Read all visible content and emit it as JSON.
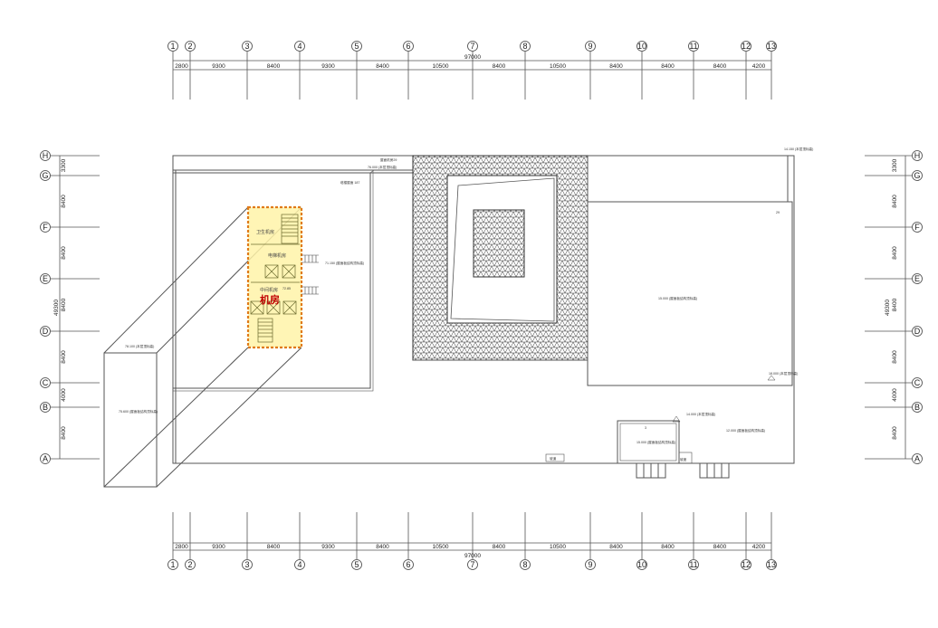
{
  "columns": [
    {
      "label": "1"
    },
    {
      "label": "2"
    },
    {
      "label": "3"
    },
    {
      "label": "4"
    },
    {
      "label": "5"
    },
    {
      "label": "6"
    },
    {
      "label": "7"
    },
    {
      "label": "8"
    },
    {
      "label": "9"
    },
    {
      "label": "10"
    },
    {
      "label": "11"
    },
    {
      "label": "12"
    },
    {
      "label": "13"
    }
  ],
  "column_spacings": [
    "2800",
    "9300",
    "8400",
    "9300",
    "8400",
    "10500",
    "8400",
    "10500",
    "8400",
    "8400",
    "8400",
    "4200"
  ],
  "column_total": "97000",
  "rows": [
    {
      "label": "H"
    },
    {
      "label": "G"
    },
    {
      "label": "F"
    },
    {
      "label": "E"
    },
    {
      "label": "D"
    },
    {
      "label": "C"
    },
    {
      "label": "B"
    },
    {
      "label": "A"
    }
  ],
  "row_spacings": [
    "3300",
    "8400",
    "8400",
    "8400",
    "8400",
    "4000",
    "8400"
  ],
  "row_total": "49300",
  "highlight": {
    "label": "机房",
    "label_color": "#c00000",
    "fill_color": "#fff3a8",
    "border_color": "#e07b1a",
    "rooms": [
      "卫生机房",
      "电梯机房",
      "中间机房"
    ]
  },
  "annotations": {
    "roof_note": "屋面机房29",
    "elev_1": "76.000 (本层顶标高)",
    "elev_2": "71.150 (屋面板结构顶标高)",
    "elev_3": "15.000 (屋面板结构顶标高)",
    "elev_4": "18.000 (本层顶标高)",
    "elev_5": "15.000 (屋面板结构顶标高)",
    "elev_6": "14.000 (本层顶标高)",
    "elev_7": "12.000 (屋面板结构顶标高)",
    "elev_8": "14.150 (本层顶标高)",
    "elev_9": "75.600 (屋面板结构顶标高)",
    "elev_10": "78.100 (本层顶标高)",
    "elev_11": "72.85",
    "tower_note": "塔楼屋面 187",
    "room_29": "29",
    "room_3": "3",
    "label_bottom_1": "坡度",
    "label_bottom_2": "坡道"
  },
  "colors": {
    "line": "#555555",
    "hatch": "#333333"
  }
}
